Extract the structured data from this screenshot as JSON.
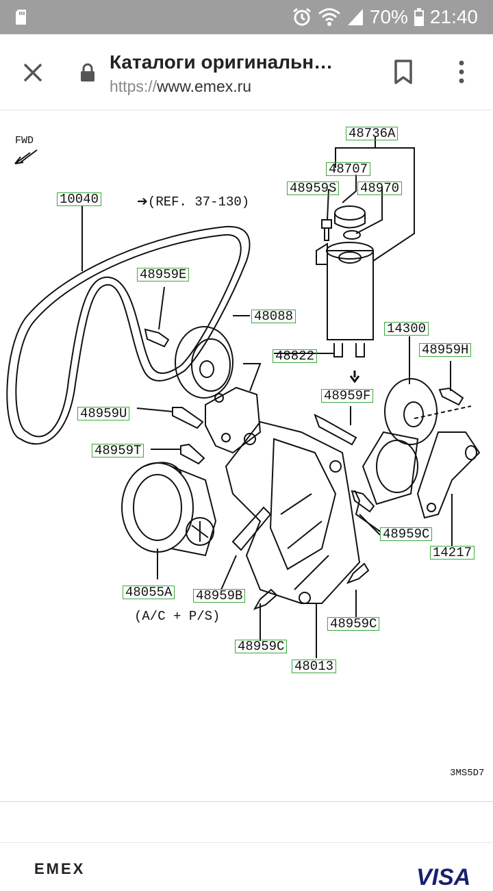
{
  "status_bar": {
    "battery": "70%",
    "time": "21:40"
  },
  "browser": {
    "page_title": "Каталоги оригинальн…",
    "url_scheme": "https://",
    "url_host": "www.emex.ru"
  },
  "diagram": {
    "fwd": "FWD",
    "ref": "➔(REF. 37-130)",
    "note": "(A/C + P/S)",
    "code": "3MS5D7",
    "labels": [
      "48736A",
      "48707",
      "48959S",
      "48970",
      "10040",
      "48959E",
      "48088",
      "48822",
      "14300",
      "48959H",
      "48959U",
      "48959F",
      "48959T",
      "48959C",
      "14217",
      "48055A",
      "48959B",
      "48959C",
      "48959C",
      "48013"
    ]
  },
  "footer": {
    "brand": "EMEX",
    "card": "VISA"
  }
}
